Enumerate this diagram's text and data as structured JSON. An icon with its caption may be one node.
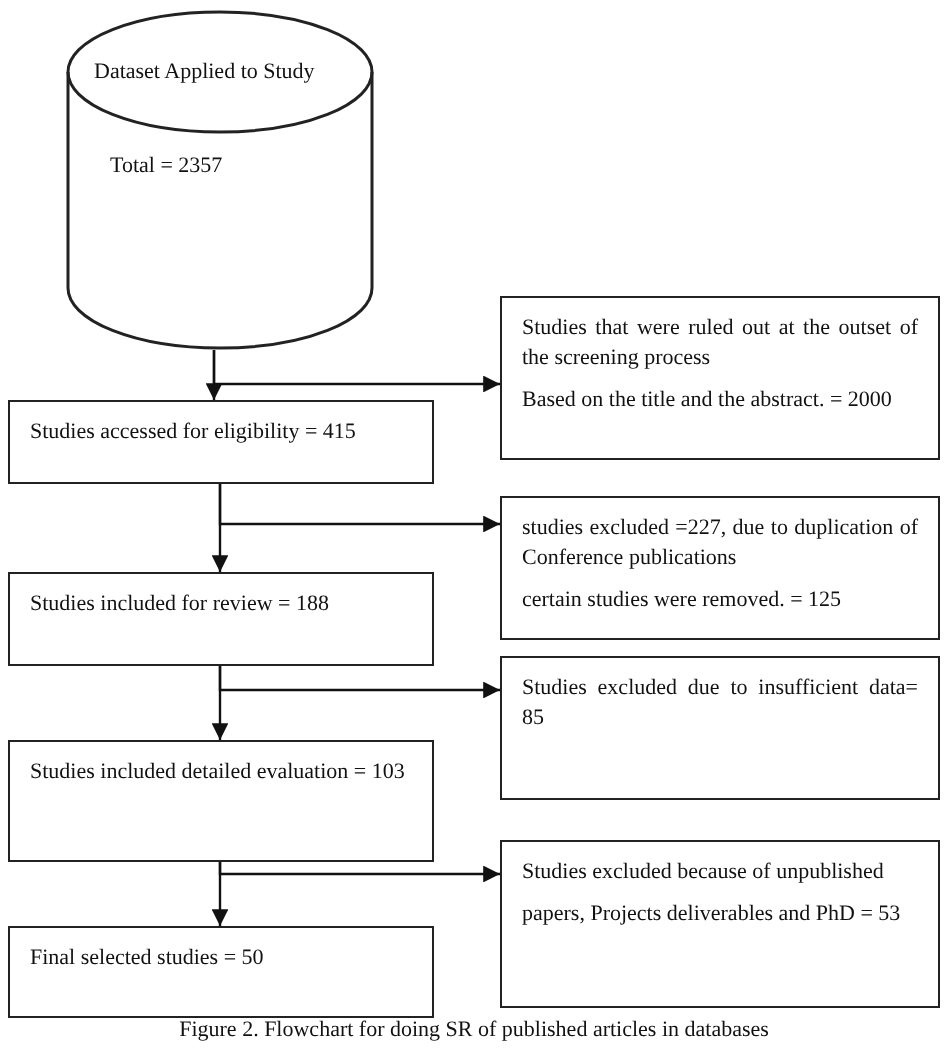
{
  "diagram": {
    "caption": "Figure 2. Flowchart for doing SR of published articles in databases",
    "nodes": [
      {
        "text": [
          "Dataset Applied to Study",
          "Total = 2357"
        ]
      },
      {
        "text": [
          "Studies that were ruled out at the outset of the screening process",
          "Based on the title and the abstract. = 2000"
        ]
      },
      {
        "text": [
          "Studies accessed for eligibility = 415"
        ]
      },
      {
        "text": [
          "studies excluded =227, due to duplication of Conference publications",
          "certain studies were removed. = 125"
        ]
      },
      {
        "text": [
          "Studies included for review = 188"
        ]
      },
      {
        "text": [
          "Studies excluded due to insufficient data= 85"
        ]
      },
      {
        "text": [
          "Studies included detailed evaluation = 103"
        ]
      },
      {
        "text": [
          "Studies excluded because of unpublished",
          "papers, Projects deliverables and PhD = 53"
        ]
      },
      {
        "text": [
          "Final selected studies = 50"
        ]
      }
    ],
    "edges": [
      {
        "from": 0,
        "to": 2,
        "arrow": "to"
      },
      {
        "from": 0,
        "to": 1,
        "arrow": "to"
      },
      {
        "from": 2,
        "to": 4,
        "arrow": "to"
      },
      {
        "from": 2,
        "to": 3,
        "arrow": "to"
      },
      {
        "from": 4,
        "to": 6,
        "arrow": "to"
      },
      {
        "from": 4,
        "to": 5,
        "arrow": "to"
      },
      {
        "from": 6,
        "to": 8,
        "arrow": "to"
      },
      {
        "from": 6,
        "to": 7,
        "arrow": "to"
      }
    ]
  }
}
